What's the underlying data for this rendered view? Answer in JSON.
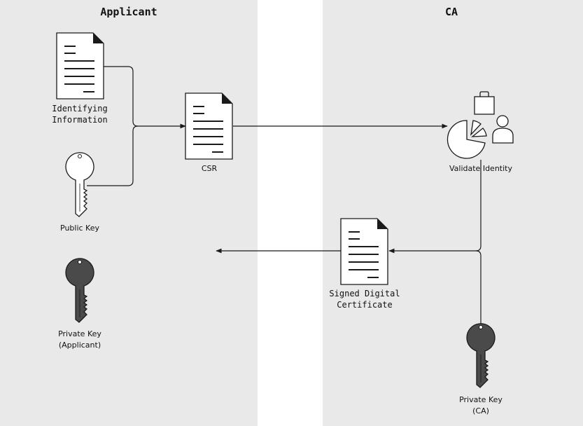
{
  "colors": {
    "lane_fill": "#e9e9e9",
    "line": "#1a1a1a",
    "dark_key": "#4a4a4a",
    "light_fill": "#ffffff"
  },
  "lanes": {
    "left": {
      "title": "Applicant"
    },
    "right": {
      "title": "CA"
    }
  },
  "nodes": {
    "identifying_info": {
      "line1": "Identifying",
      "line2": "Information",
      "icon": "document-icon"
    },
    "public_key": {
      "label": "Public Key",
      "icon": "key-icon"
    },
    "private_key_applicant": {
      "line1": "Private Key",
      "line2": "(Applicant)",
      "icon": "key-icon"
    },
    "csr": {
      "label": "CSR",
      "icon": "document-icon"
    },
    "validate_identity": {
      "label": "Validate Identity",
      "icon": "validation-icon"
    },
    "signed_cert": {
      "line1": "Signed Digital",
      "line2": "Certificate",
      "icon": "document-icon"
    },
    "private_key_ca": {
      "line1": "Private Key",
      "line2": "(CA)",
      "icon": "key-icon"
    }
  }
}
